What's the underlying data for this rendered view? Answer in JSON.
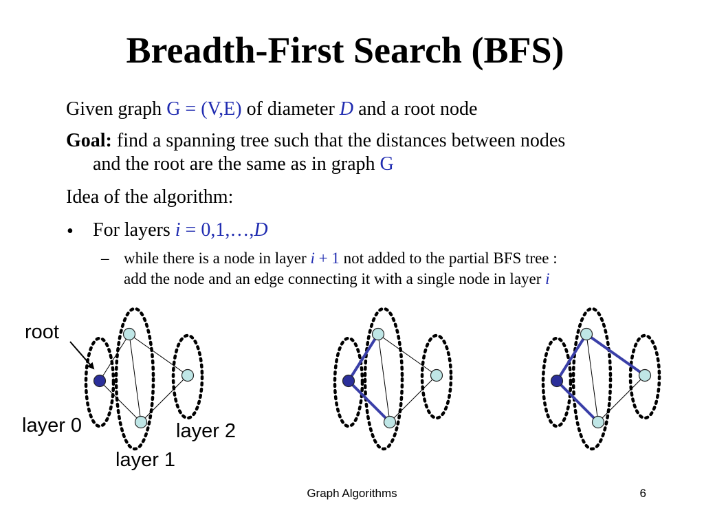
{
  "title": "Breadth-First Search (BFS)",
  "lines": {
    "given_pre": "Given graph ",
    "given_graph": "G = (V,E)",
    "given_mid": " of diameter ",
    "given_D": "D",
    "given_post": " and a root node",
    "goal_label": "Goal:",
    "goal_text1": " find a spanning tree such that the distances between nodes",
    "goal_text2": "and the root are the same as in graph ",
    "goal_G": "G",
    "idea": "Idea of the algorithm:",
    "bullet_mark": "•",
    "bullet_pre": "For layers ",
    "bullet_i": "i",
    "bullet_range": " = 0,1,…,",
    "bullet_D": "D",
    "dash_mark": "–",
    "sub1_pre": "while there is a node in layer ",
    "sub1_i": "i",
    "sub1_plus": " + 1",
    "sub1_post": " not added to the partial BFS tree :",
    "sub2_pre": "add the node and an edge connecting it with a single node in layer ",
    "sub2_i": "i"
  },
  "diagram": {
    "labels": {
      "root": "root",
      "layer0": "layer 0",
      "layer1": "layer 1",
      "layer2": "layer 2"
    },
    "colors": {
      "root_node": "#2b2f9a",
      "node": "#bfe6e6",
      "tree_edge": "#3a3fa8",
      "ellipse": "#000000"
    },
    "nodes": [
      "root",
      "top",
      "bottom",
      "right"
    ],
    "graph_edges": [
      [
        "root",
        "top"
      ],
      [
        "root",
        "bottom"
      ],
      [
        "top",
        "bottom"
      ],
      [
        "top",
        "right"
      ],
      [
        "bottom",
        "right"
      ]
    ],
    "panels": [
      {
        "tree_edges": []
      },
      {
        "tree_edges": [
          [
            "root",
            "top"
          ],
          [
            "root",
            "bottom"
          ]
        ]
      },
      {
        "tree_edges": [
          [
            "root",
            "top"
          ],
          [
            "root",
            "bottom"
          ],
          [
            "top",
            "right"
          ]
        ]
      }
    ]
  },
  "footer": {
    "center": "Graph Algorithms",
    "page": "6"
  }
}
